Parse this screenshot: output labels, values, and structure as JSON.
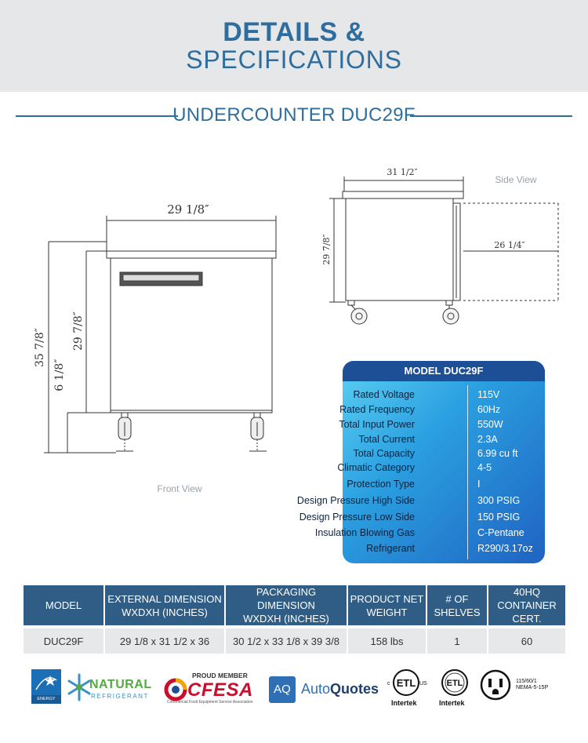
{
  "header": {
    "title_line1": "DETAILS &",
    "title_line2": "SPECIFICATIONS"
  },
  "subtitle": "UNDERCOUNTER DUC29F",
  "drawings": {
    "front": {
      "caption": "Front View",
      "width_dim": "29  1/8″",
      "total_height_dim": "35  7/8″",
      "body_height_dim": "29  7/8″",
      "caster_height_dim": "6  1/8″"
    },
    "side": {
      "caption": "Side View",
      "depth_dim": "31  1/2″",
      "height_dim": "29  7/8″",
      "door_open_dim": "26  1/4″"
    }
  },
  "specs": {
    "heading": "MODEL DUC29F",
    "rows": [
      {
        "label": "Rated  Voltage",
        "value": "115V"
      },
      {
        "label": "Rated  Frequency",
        "value": "60Hz"
      },
      {
        "label": "Total Input Power",
        "value": "550W"
      },
      {
        "label": "Total Current",
        "value": "2.3A"
      },
      {
        "label": "Total Capacity",
        "value": "6.99 cu ft"
      },
      {
        "label": "Climatic Category",
        "value": "4-5"
      },
      {
        "label": "Protection Type",
        "value": "I"
      },
      {
        "label": "Design Pressure High Side",
        "value": "300 PSIG"
      },
      {
        "label": "Design Pressure Low Side",
        "value": "150 PSIG"
      },
      {
        "label": "Insulation Blowing Gas",
        "value": "C-Pentane"
      },
      {
        "label": "Refrigerant",
        "value": "R290/3.17oz"
      }
    ]
  },
  "table": {
    "headers": [
      [
        "MODEL",
        ""
      ],
      [
        "EXTERNAL DIMENSION",
        "WXDXH (INCHES)"
      ],
      [
        "PACKAGING DIMENSION",
        "WXDXH (INCHES)"
      ],
      [
        "PRODUCT NET",
        "WEIGHT"
      ],
      [
        "# OF",
        "SHELVES"
      ],
      [
        "40HQ",
        "CONTAINER CERT."
      ]
    ],
    "rows": [
      [
        "DUC29F",
        "29 1/8 x 31 1/2 x 36",
        "30 1/2 x 33 1/8 x 39 3/8",
        "158 lbs",
        "1",
        "60"
      ]
    ]
  },
  "logos": {
    "energy_star": "ENERGY STAR",
    "natural_1": "NATURAL",
    "natural_2": "REFRIGERANT",
    "cfesa_member": "PROUD MEMBER",
    "cfesa_name": "CFESA",
    "cfesa_tagline": "Commercial Food Equipment Service Association",
    "aq_badge": "AQ",
    "autoquotes_1": "Auto",
    "autoquotes_2": "Quotes",
    "etl_mark": "ETL",
    "etl_us": "US",
    "intertek_1": "Intertek",
    "intertek_2": "Intertek",
    "nema_1": "115/60/1",
    "nema_2": "NEMA-5-15P"
  }
}
